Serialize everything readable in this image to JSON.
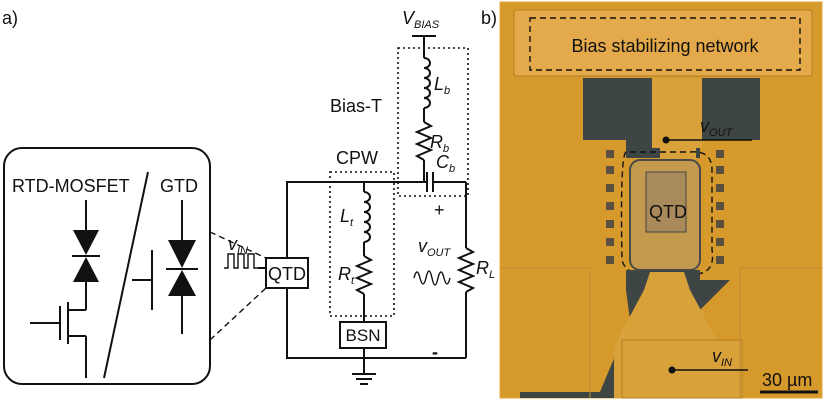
{
  "panel_a": {
    "label": "a)",
    "inset": {
      "left_label": "RTD-MOSFET",
      "right_label": "GTD"
    },
    "vin": "v",
    "vin_sub": "IN",
    "qtd": "QTD",
    "cpw": "CPW",
    "bias_t": "Bias-T",
    "vbias": "V",
    "vbias_sub": "BIAS",
    "lb": "L",
    "lb_sub": "b",
    "rb": "R",
    "rb_sub": "b",
    "cb": "C",
    "cb_sub": "b",
    "lt": "L",
    "lt_sub": "t",
    "rt": "R",
    "rt_sub": "t",
    "vout": "v",
    "vout_sub": "OUT",
    "rl": "R",
    "rl_sub": "L",
    "plus": "+",
    "minus": "-",
    "bsn": "BSN"
  },
  "panel_b": {
    "label": "b)",
    "network": "Bias stabilizing network",
    "vout": "v",
    "vout_sub": "OUT",
    "qtd": "QTD",
    "vin": "v",
    "vin_sub": "IN",
    "scale": "30 µm"
  },
  "colors": {
    "chip_bg": "#d69a2c",
    "metal": "#3e4545",
    "ink": "#111111"
  }
}
